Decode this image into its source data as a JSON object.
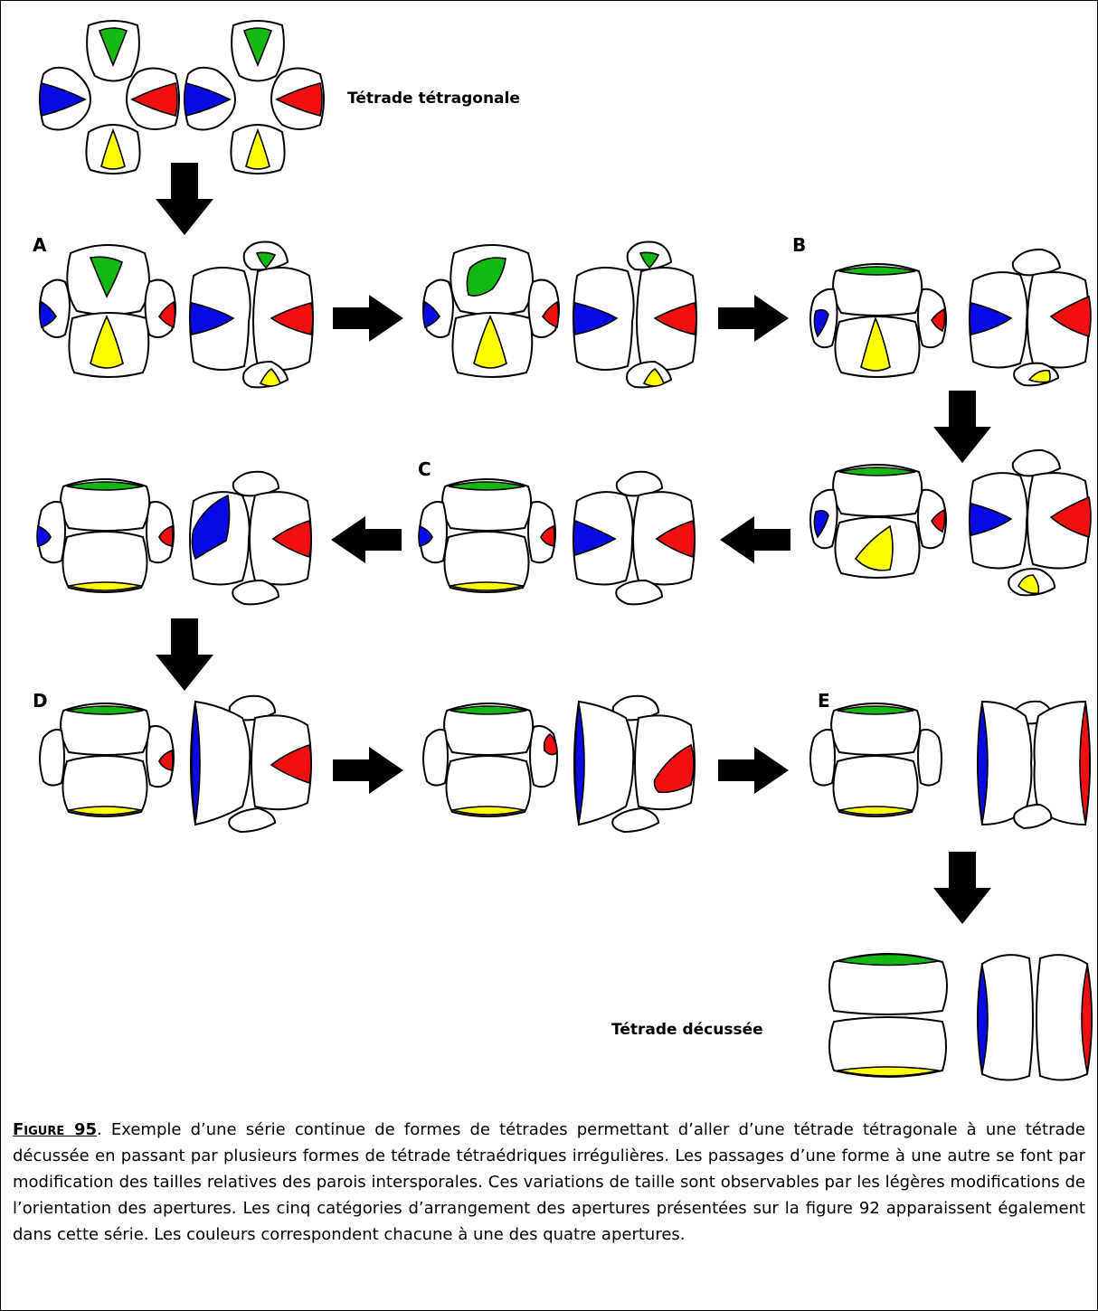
{
  "labels": {
    "top": "Tétrade tétragonale",
    "bottom": "Tétrade décussée",
    "A": "A",
    "B": "B",
    "C": "C",
    "D": "D",
    "E": "E"
  },
  "colors": {
    "green": "#14b814",
    "blue": "#0a0ae6",
    "red": "#f01010",
    "yellow": "#ffff00"
  },
  "caption": {
    "figure_label": "Figure 95",
    "text": ". Exemple d’une série continue de formes de tétrades permettant d’aller d’une tétrade tétragonale à une tétrade décussée en passant par plusieurs formes de tétrade tétraédriques irrégulières. Les passages d’une forme à une autre se font par modification des tailles relatives des parois intersporales. Ces variations de taille sont observables par les légères modifications de l’orientation des apertures. Les cinq catégories d’arrangement des apertures présentées sur la figure 92 apparaissent également dans cette série. Les couleurs correspondent chacune à une des quatre apertures."
  }
}
